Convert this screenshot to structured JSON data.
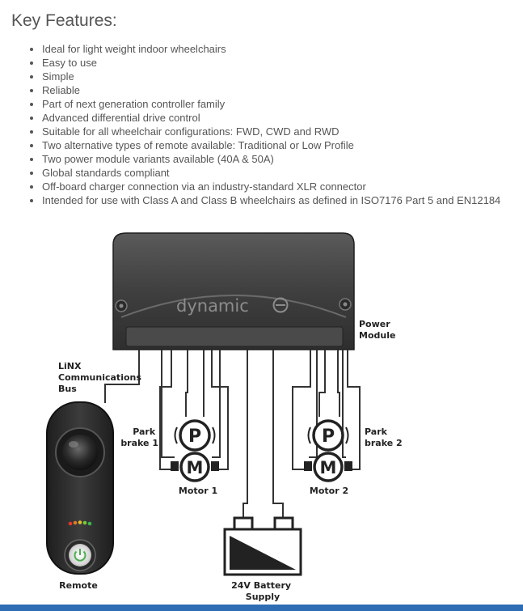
{
  "heading": "Key Features:",
  "features": [
    "Ideal for light weight indoor wheelchairs",
    "Easy to use",
    "Simple",
    "Reliable",
    "Part of next generation controller family",
    "Advanced differential drive control",
    "Suitable for all wheelchair configurations: FWD, CWD and RWD",
    "Two alternative types of remote available: Traditional or Low Profile",
    "Two power module variants available (40A & 50A)",
    "Global standards compliant",
    "Off-board charger connection via an industry-standard XLR connector",
    "Intended for use with Class A and Class B wheelchairs as defined in ISO7176 Part 5 and EN12184"
  ],
  "diagram": {
    "brand": "dynamic",
    "power_module": [
      "Power",
      "Module"
    ],
    "linx": [
      "LiNX",
      "Communications",
      "Bus"
    ],
    "park_brake_1": [
      "Park",
      "brake 1"
    ],
    "park_brake_2": [
      "Park",
      "brake 2"
    ],
    "brake_symbol": "P",
    "motor_symbol": "M",
    "motor_1": "Motor 1",
    "motor_2": "Motor 2",
    "remote": "Remote",
    "battery": [
      "24V Battery",
      "Supply"
    ]
  },
  "colors": {
    "heading": "#555555",
    "text": "#555555",
    "module_body": "#3f3f3f",
    "bottom_bar": "#2e6db4"
  }
}
